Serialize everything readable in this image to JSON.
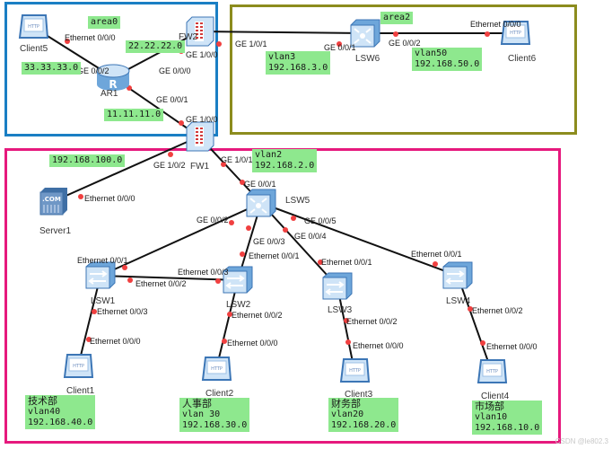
{
  "areas": [
    {
      "id": "area0",
      "label": "area0",
      "color": "#1a7fc4"
    },
    {
      "id": "area2",
      "label": "area2",
      "color": "#8c8c1e"
    },
    {
      "id": "lan",
      "label": "",
      "color": "#e6197d"
    }
  ],
  "devices": {
    "client5": {
      "name": "Client5",
      "type": "http-client"
    },
    "ar1": {
      "name": "AR1",
      "type": "router"
    },
    "fw2": {
      "name": "FW2",
      "type": "firewall"
    },
    "fw1": {
      "name": "FW1",
      "type": "firewall"
    },
    "lsw6": {
      "name": "LSW6",
      "type": "l3-switch"
    },
    "client6": {
      "name": "Client6",
      "type": "http-client"
    },
    "server1": {
      "name": "Server1",
      "type": "server"
    },
    "lsw5": {
      "name": "LSW5",
      "type": "l3-switch"
    },
    "lsw1": {
      "name": "LSW1",
      "type": "l2-switch"
    },
    "lsw2": {
      "name": "LSW2",
      "type": "l2-switch"
    },
    "lsw3": {
      "name": "LSW3",
      "type": "l2-switch"
    },
    "lsw4": {
      "name": "LSW4",
      "type": "l2-switch"
    },
    "client1": {
      "name": "Client1",
      "type": "http-client"
    },
    "client2": {
      "name": "Client2",
      "type": "http-client"
    },
    "client3": {
      "name": "Client3",
      "type": "http-client"
    },
    "client4": {
      "name": "Client4",
      "type": "http-client"
    }
  },
  "links": [
    {
      "from": "client5",
      "to": "ar1",
      "from_port": "Ethernet 0/0/0",
      "to_port": "GE 0/0/2"
    },
    {
      "from": "ar1",
      "to": "fw2",
      "from_port": "GE 0/0/0",
      "to_port": "GE 1/0/0"
    },
    {
      "from": "ar1",
      "to": "fw1",
      "from_port": "GE 0/0/1",
      "to_port": "GE 1/0/0"
    },
    {
      "from": "fw2",
      "to": "lsw6",
      "from_port": "GE 1/0/1",
      "to_port": "GE 0/0/1"
    },
    {
      "from": "lsw6",
      "to": "client6",
      "from_port": "GE 0/0/2",
      "to_port": "Ethernet 0/0/0"
    },
    {
      "from": "fw1",
      "to": "server1",
      "from_port": "GE 1/0/2",
      "to_port": "Ethernet 0/0/0"
    },
    {
      "from": "fw1",
      "to": "lsw5",
      "from_port": "GE 1/0/1",
      "to_port": "GE 0/0/1"
    },
    {
      "from": "lsw5",
      "to": "lsw1",
      "from_port": "GE 0/0/2",
      "to_port": "Ethernet 0/0/1"
    },
    {
      "from": "lsw5",
      "to": "lsw2",
      "from_port": "GE 0/0/3",
      "to_port": "Ethernet 0/0/1"
    },
    {
      "from": "lsw5",
      "to": "lsw3",
      "from_port": "GE 0/0/4",
      "to_port": "Ethernet 0/0/1"
    },
    {
      "from": "lsw5",
      "to": "lsw4",
      "from_port": "GE 0/0/5",
      "to_port": "Ethernet 0/0/1"
    },
    {
      "from": "lsw1",
      "to": "lsw2",
      "from_port": "Ethernet 0/0/2",
      "to_port": "Ethernet 0/0/3"
    },
    {
      "from": "lsw1",
      "to": "client1",
      "from_port": "Ethernet 0/0/3",
      "to_port": "Ethernet 0/0/0"
    },
    {
      "from": "lsw2",
      "to": "client2",
      "from_port": "Ethernet 0/0/2",
      "to_port": "Ethernet 0/0/0"
    },
    {
      "from": "lsw3",
      "to": "client3",
      "from_port": "Ethernet 0/0/2",
      "to_port": "Ethernet 0/0/0"
    },
    {
      "from": "lsw4",
      "to": "client4",
      "from_port": "Ethernet 0/0/2",
      "to_port": "Ethernet 0/0/0"
    }
  ],
  "tags": {
    "area0": [
      "area0"
    ],
    "area2": [
      "area2"
    ],
    "net_33": [
      "33.33.33.0"
    ],
    "net_22": [
      "22.22.22.0"
    ],
    "net_11": [
      "11.11.11.0"
    ],
    "vlan3": [
      "vlan3",
      "192.168.3.0"
    ],
    "vlan50": [
      "vlan50",
      "192.168.50.0"
    ],
    "net_100": [
      "192.168.100.0"
    ],
    "vlan2": [
      "vlan2",
      "192.168.2.0"
    ],
    "dept_tech": [
      "技术部",
      "vlan40",
      "192.168.40.0"
    ],
    "dept_hr": [
      "人事部",
      "vlan 30",
      "192.168.30.0"
    ],
    "dept_finance": [
      "财务部",
      "vlan20",
      "192.168.20.0"
    ],
    "dept_market": [
      "市场部",
      "vlan10",
      "192.168.10.0"
    ]
  },
  "colors": {
    "tag_bg": "#8ee88e",
    "link": "#111111",
    "port_dot": "#f04040",
    "device_blue": "#8fbfe8"
  },
  "watermark": "CSDN @le802.3"
}
